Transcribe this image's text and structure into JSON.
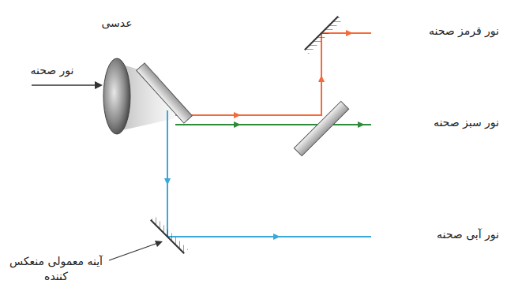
{
  "diagram": {
    "labels": [
      "عدسی",
      "نور صحنه",
      "نور قرمز صحنه",
      "نور سبز صحنه",
      "آینه معمولی منعکس کننده",
      "نور آبی صحنه"
    ]
  }
}
